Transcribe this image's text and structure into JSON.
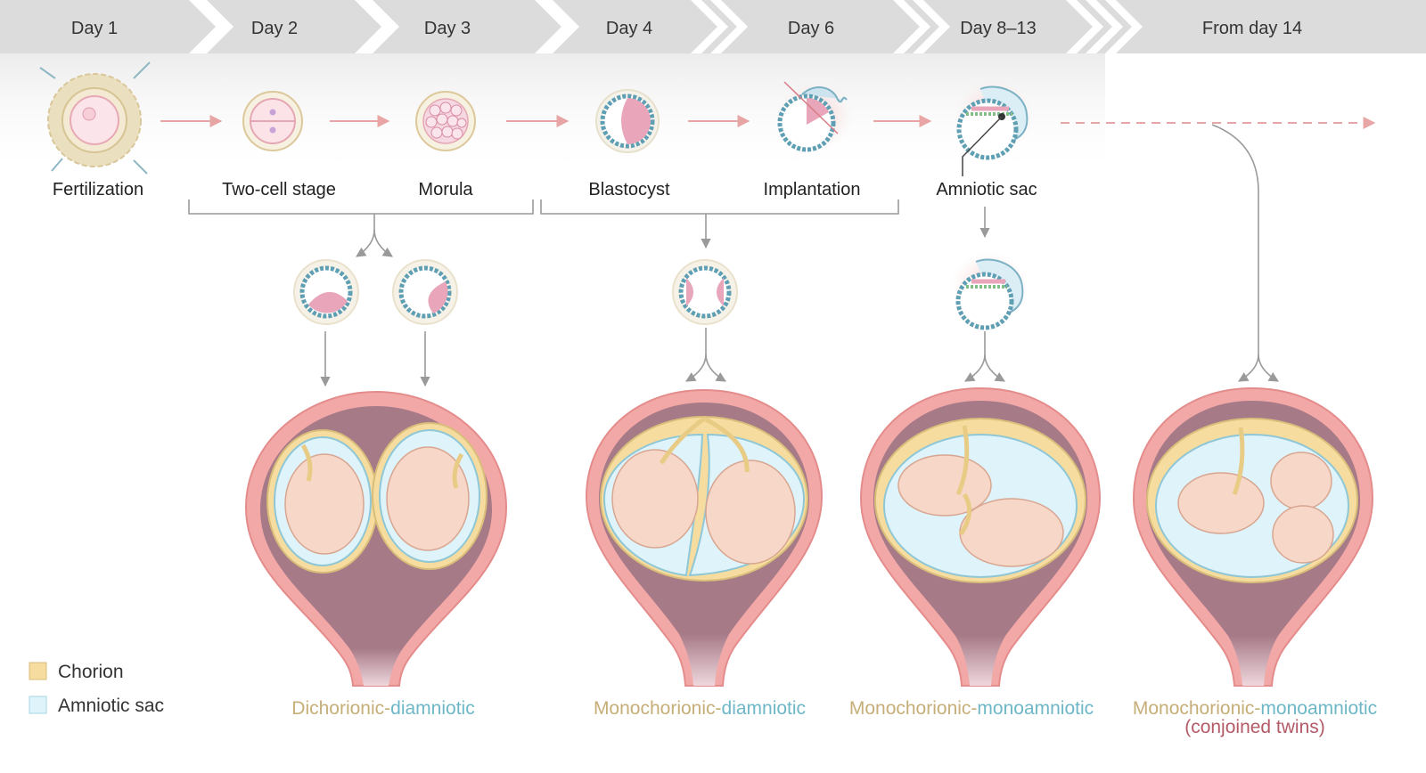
{
  "timeline": {
    "days": [
      "Day 1",
      "Day 2",
      "Day 3",
      "Day 4",
      "Day 6",
      "Day 8–13",
      "From day 14"
    ],
    "stages": [
      "Fertilization",
      "Two-cell stage",
      "Morula",
      "Blastocyst",
      "Implantation",
      "Amniotic sac"
    ]
  },
  "legend": {
    "items": [
      {
        "label": "Chorion",
        "color": "#f6dc9e"
      },
      {
        "label": "Amniotic sac",
        "color": "#dff3fb"
      }
    ]
  },
  "outcomes": [
    {
      "part1": "Dichorionic-",
      "part2": "diamniotic",
      "note": ""
    },
    {
      "part1": "Monochorionic-",
      "part2": "diamniotic",
      "note": ""
    },
    {
      "part1": "Monochorionic-",
      "part2": "monoamniotic",
      "note": ""
    },
    {
      "part1": "Monochorionic-",
      "part2": "monoamniotic",
      "note": "(conjoined twins)"
    }
  ],
  "colors": {
    "chorion": "#f6dc9e",
    "amnion": "#dff3fb",
    "uterus": "#f2a8a6",
    "chorion_text": "#c6ae78",
    "amnion_text": "#6eb7c6",
    "conjoined_text": "#b45a67"
  }
}
